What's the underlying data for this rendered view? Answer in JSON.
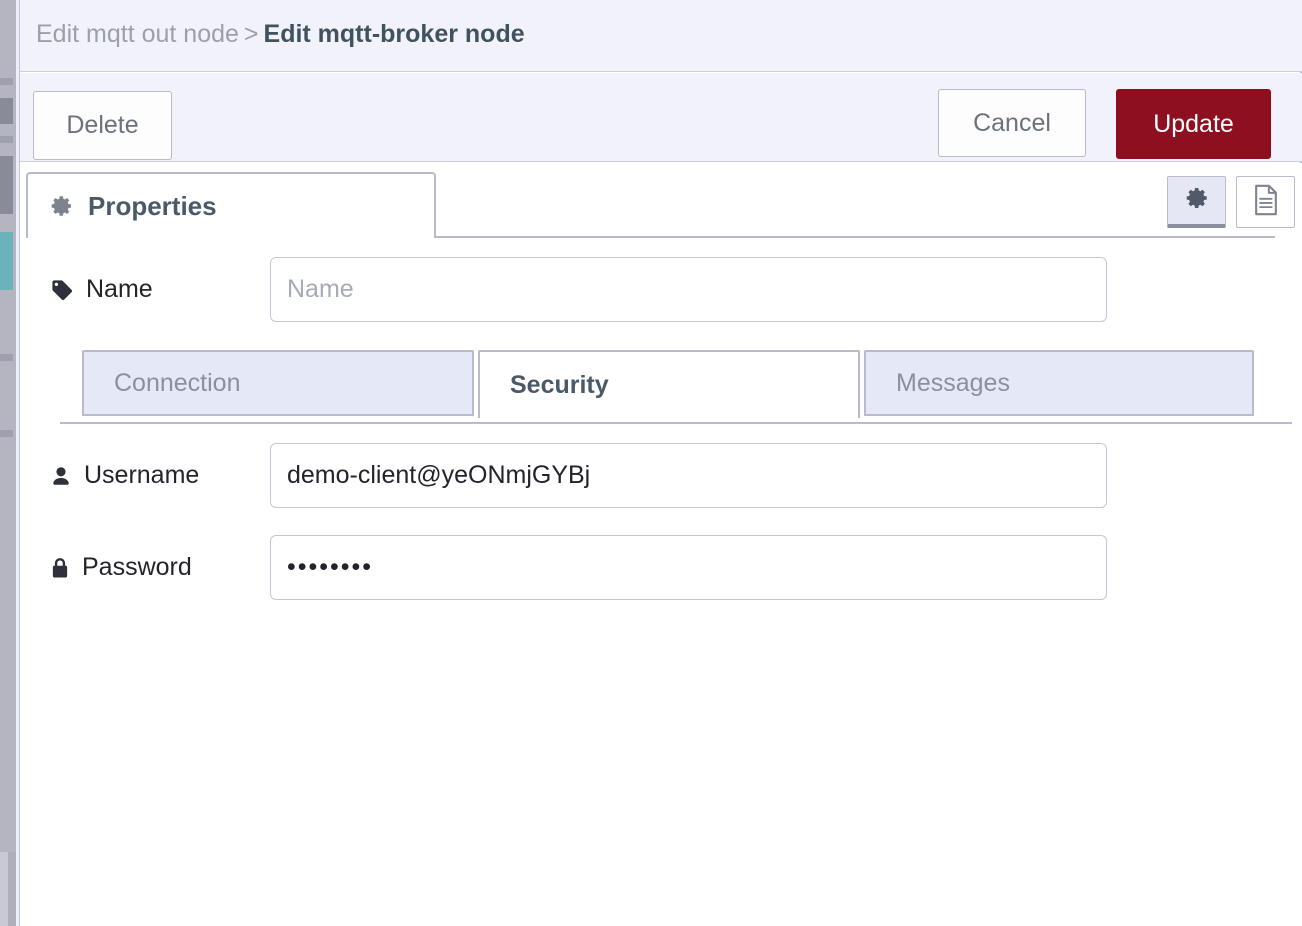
{
  "breadcrumb": {
    "previous": "Edit mqtt out node",
    "separator": ">",
    "current": "Edit mqtt-broker node"
  },
  "toolbar": {
    "delete_label": "Delete",
    "cancel_label": "Cancel",
    "update_label": "Update"
  },
  "tabs": {
    "properties_label": "Properties",
    "gear_icon": "gear-icon",
    "settings_button_icon": "gear-icon",
    "description_button_icon": "document-icon"
  },
  "form": {
    "name": {
      "label": "Name",
      "icon": "tag-icon",
      "value": "",
      "placeholder": "Name"
    },
    "username": {
      "label": "Username",
      "icon": "user-icon",
      "value": "demo-client@yeONmjGYBj",
      "placeholder": ""
    },
    "password": {
      "label": "Password",
      "icon": "lock-icon",
      "value": "••••••••",
      "placeholder": ""
    }
  },
  "subtabs": [
    {
      "label": "Connection",
      "active": false
    },
    {
      "label": "Security",
      "active": true
    },
    {
      "label": "Messages",
      "active": false
    }
  ],
  "colors": {
    "update_button": "#8e0f20",
    "header_background": "#f2f2fa",
    "active_text": "#4b5a67",
    "muted_text": "#8b90a0",
    "border": "#b9bbc9",
    "inactive_tab": "#e5e8f6"
  }
}
